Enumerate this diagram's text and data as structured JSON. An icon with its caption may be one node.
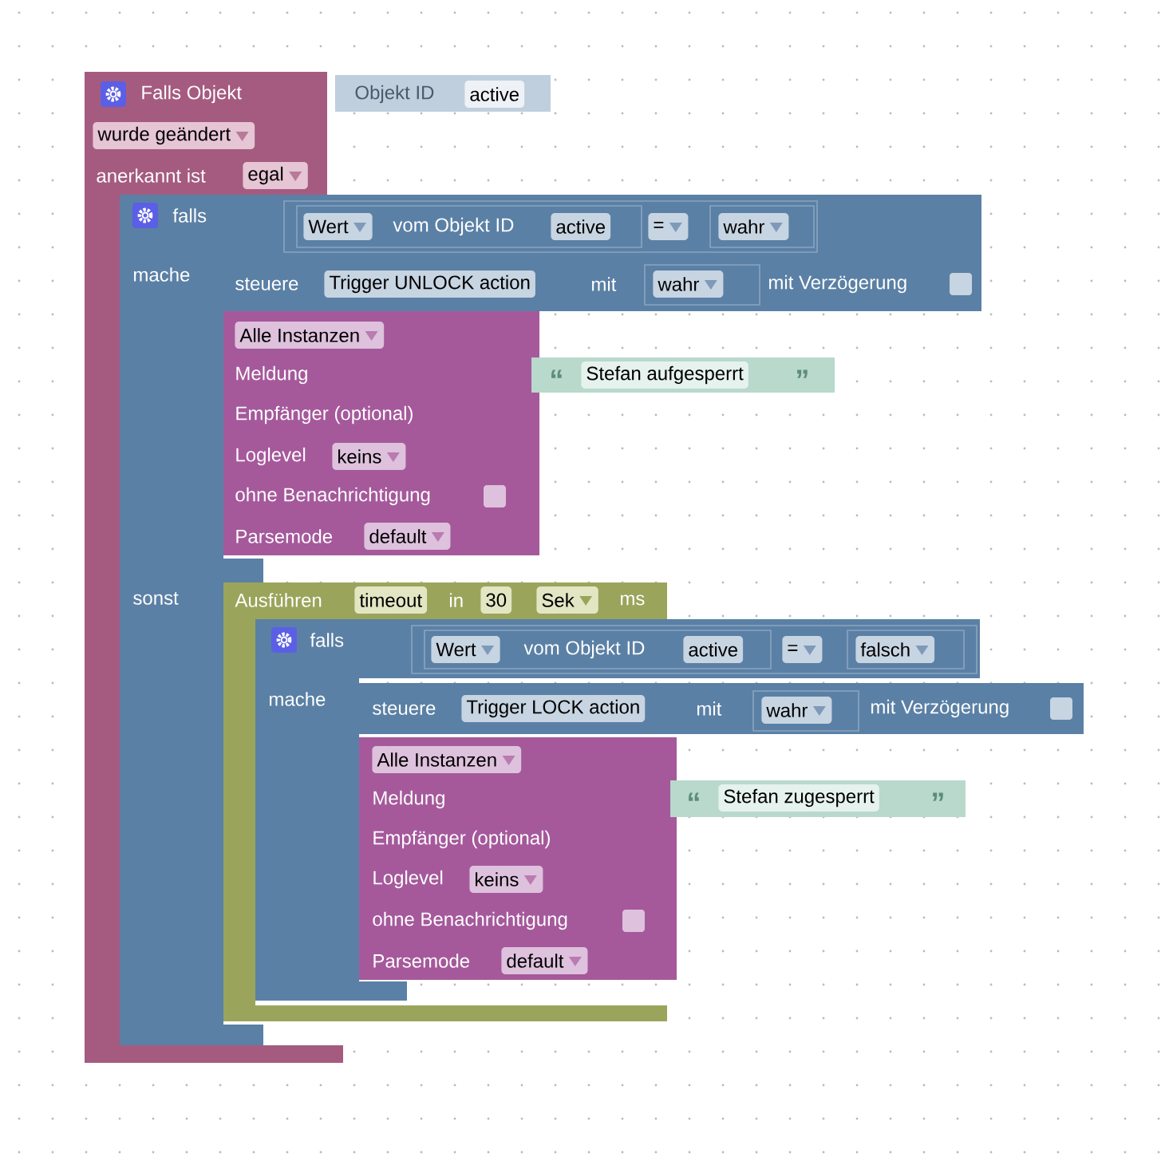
{
  "diagram": {
    "nodes": [
      {
        "text": [
          "Falls Objekt",
          "wurde geändert",
          "anerkannt ist",
          "egal"
        ]
      },
      {
        "text": [
          "Objekt ID",
          "active"
        ]
      },
      {
        "text": [
          "falls",
          "mache",
          "sonst"
        ]
      },
      {
        "text": [
          "="
        ],
        "in": 2
      },
      {
        "text": [
          "Wert",
          "vom Objekt ID",
          "active"
        ],
        "in": 3
      },
      {
        "text": [
          "wahr"
        ],
        "in": 3
      },
      {
        "text": [
          "steuere",
          "Trigger UNLOCK action",
          "mit",
          "mit Verzögerung"
        ],
        "in": 2
      },
      {
        "text": [
          "wahr"
        ],
        "in": 6
      },
      {
        "text": [
          "Alle Instanzen",
          "Meldung",
          "Empfänger (optional)",
          "Loglevel",
          "keins",
          "ohne Benachrichtigung",
          "Parsemode",
          "default"
        ],
        "in": 2
      },
      {
        "text": [
          "“",
          "Stefan aufgesperrt",
          "”"
        ],
        "in": 2
      },
      {
        "text": [
          "Ausführen",
          "timeout",
          "in",
          "30",
          "Sek",
          "ms"
        ],
        "in": 2
      },
      {
        "text": [
          "falls",
          "mache"
        ],
        "in": 2
      },
      {
        "text": [
          "="
        ],
        "in": 11
      },
      {
        "text": [
          "Wert",
          "vom Objekt ID",
          "active"
        ],
        "in": 12
      },
      {
        "text": [
          "falsch"
        ],
        "in": 12
      },
      {
        "text": [
          "steuere",
          "Trigger LOCK action",
          "mit",
          "mit Verzögerung"
        ]
      },
      {
        "text": [
          "wahr"
        ],
        "in": 15
      },
      {
        "text": [
          "Alle Instanzen",
          "Meldung",
          "Empfänger (optional)",
          "Loglevel",
          "keins",
          "ohne Benachrichtigung",
          "Parsemode",
          "default"
        ],
        "in": 11
      },
      {
        "text": [
          "“",
          "Stefan zugesperrt",
          "”"
        ],
        "in": 11
      }
    ]
  }
}
